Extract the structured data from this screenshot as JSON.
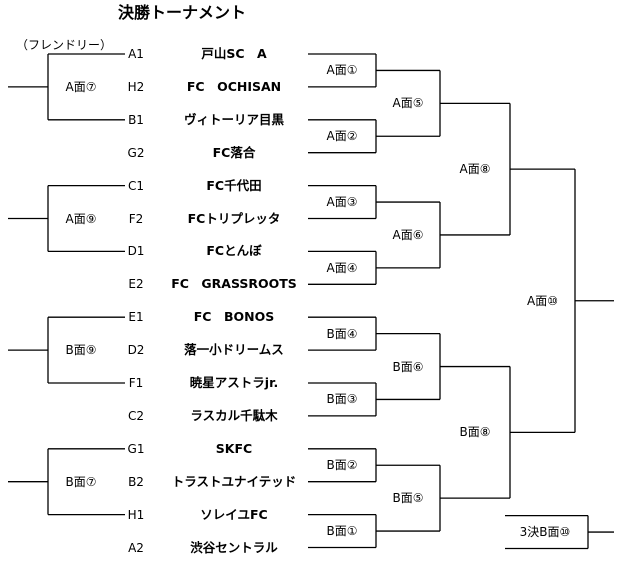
{
  "title": "決勝トーナメント",
  "friendly_label": "（フレンドリー）",
  "teams": [
    {
      "seed": "A1",
      "name": "戸山SC　A"
    },
    {
      "seed": "H2",
      "name": "FC　OCHISAN"
    },
    {
      "seed": "B1",
      "name": "ヴィトーリア目黒"
    },
    {
      "seed": "G2",
      "name": "FC落合"
    },
    {
      "seed": "C1",
      "name": "FC千代田"
    },
    {
      "seed": "F2",
      "name": "FCトリプレッタ"
    },
    {
      "seed": "D1",
      "name": "FCとんぼ"
    },
    {
      "seed": "E2",
      "name": "FC　GRASSROOTS"
    },
    {
      "seed": "E1",
      "name": "FC　BONOS"
    },
    {
      "seed": "D2",
      "name": "落一小ドリームス"
    },
    {
      "seed": "F1",
      "name": "暁星アストラjr."
    },
    {
      "seed": "C2",
      "name": "ラスカル千駄木"
    },
    {
      "seed": "G1",
      "name": "SKFC"
    },
    {
      "seed": "B2",
      "name": "トラストユナイテッド"
    },
    {
      "seed": "H1",
      "name": "ソレイユFC"
    },
    {
      "seed": "A2",
      "name": "渋谷セントラル"
    }
  ],
  "matches": {
    "r1": [
      "A面①",
      "A面②",
      "A面③",
      "A面④",
      "B面④",
      "B面③",
      "B面②",
      "B面①"
    ],
    "r2": [
      "A面⑤",
      "A面⑥",
      "B面⑥",
      "B面⑤"
    ],
    "r3": [
      "A面⑧",
      "B面⑧"
    ],
    "final": "A面⑩",
    "third_place": "3決B面⑩",
    "friendly": [
      "A面⑦",
      "A面⑨",
      "B面⑨",
      "B面⑦"
    ]
  }
}
